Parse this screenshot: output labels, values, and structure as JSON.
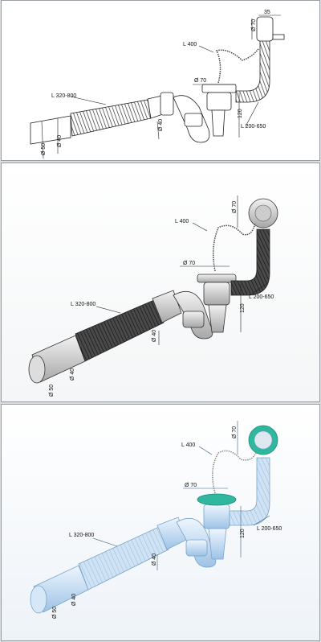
{
  "views": [
    {
      "length_flex": "L 320-800",
      "chain": "L 400",
      "overflow_len": "L 200-650",
      "d_strainer": "Ø 70",
      "d_overflow": "Ø 70",
      "d_pipe": "Ø 40",
      "d_end": "Ø 50",
      "d_end2": "Ø 40",
      "height": "120",
      "offset": "35"
    },
    {
      "length_flex": "L 320-800",
      "chain": "L 400",
      "overflow_len": "L 200-650",
      "d_strainer": "Ø 70",
      "d_overflow": "Ø 70",
      "d_pipe": "Ø 40",
      "d_end": "Ø 50",
      "d_end2": "Ø 40",
      "height": "120"
    },
    {
      "length_flex": "L 320-800",
      "chain": "L 400",
      "overflow_len": "L 200-650",
      "d_strainer": "Ø 70",
      "d_overflow": "Ø 70",
      "d_pipe": "Ø 40",
      "d_end": "Ø 50",
      "d_end2": "Ø 40",
      "height": "120"
    }
  ],
  "colors": {
    "pipe_dark": "#2b2b2b",
    "pipe_blue": "#bcd6ee",
    "gasket_green": "#2fb7a0",
    "line": "#222222"
  }
}
